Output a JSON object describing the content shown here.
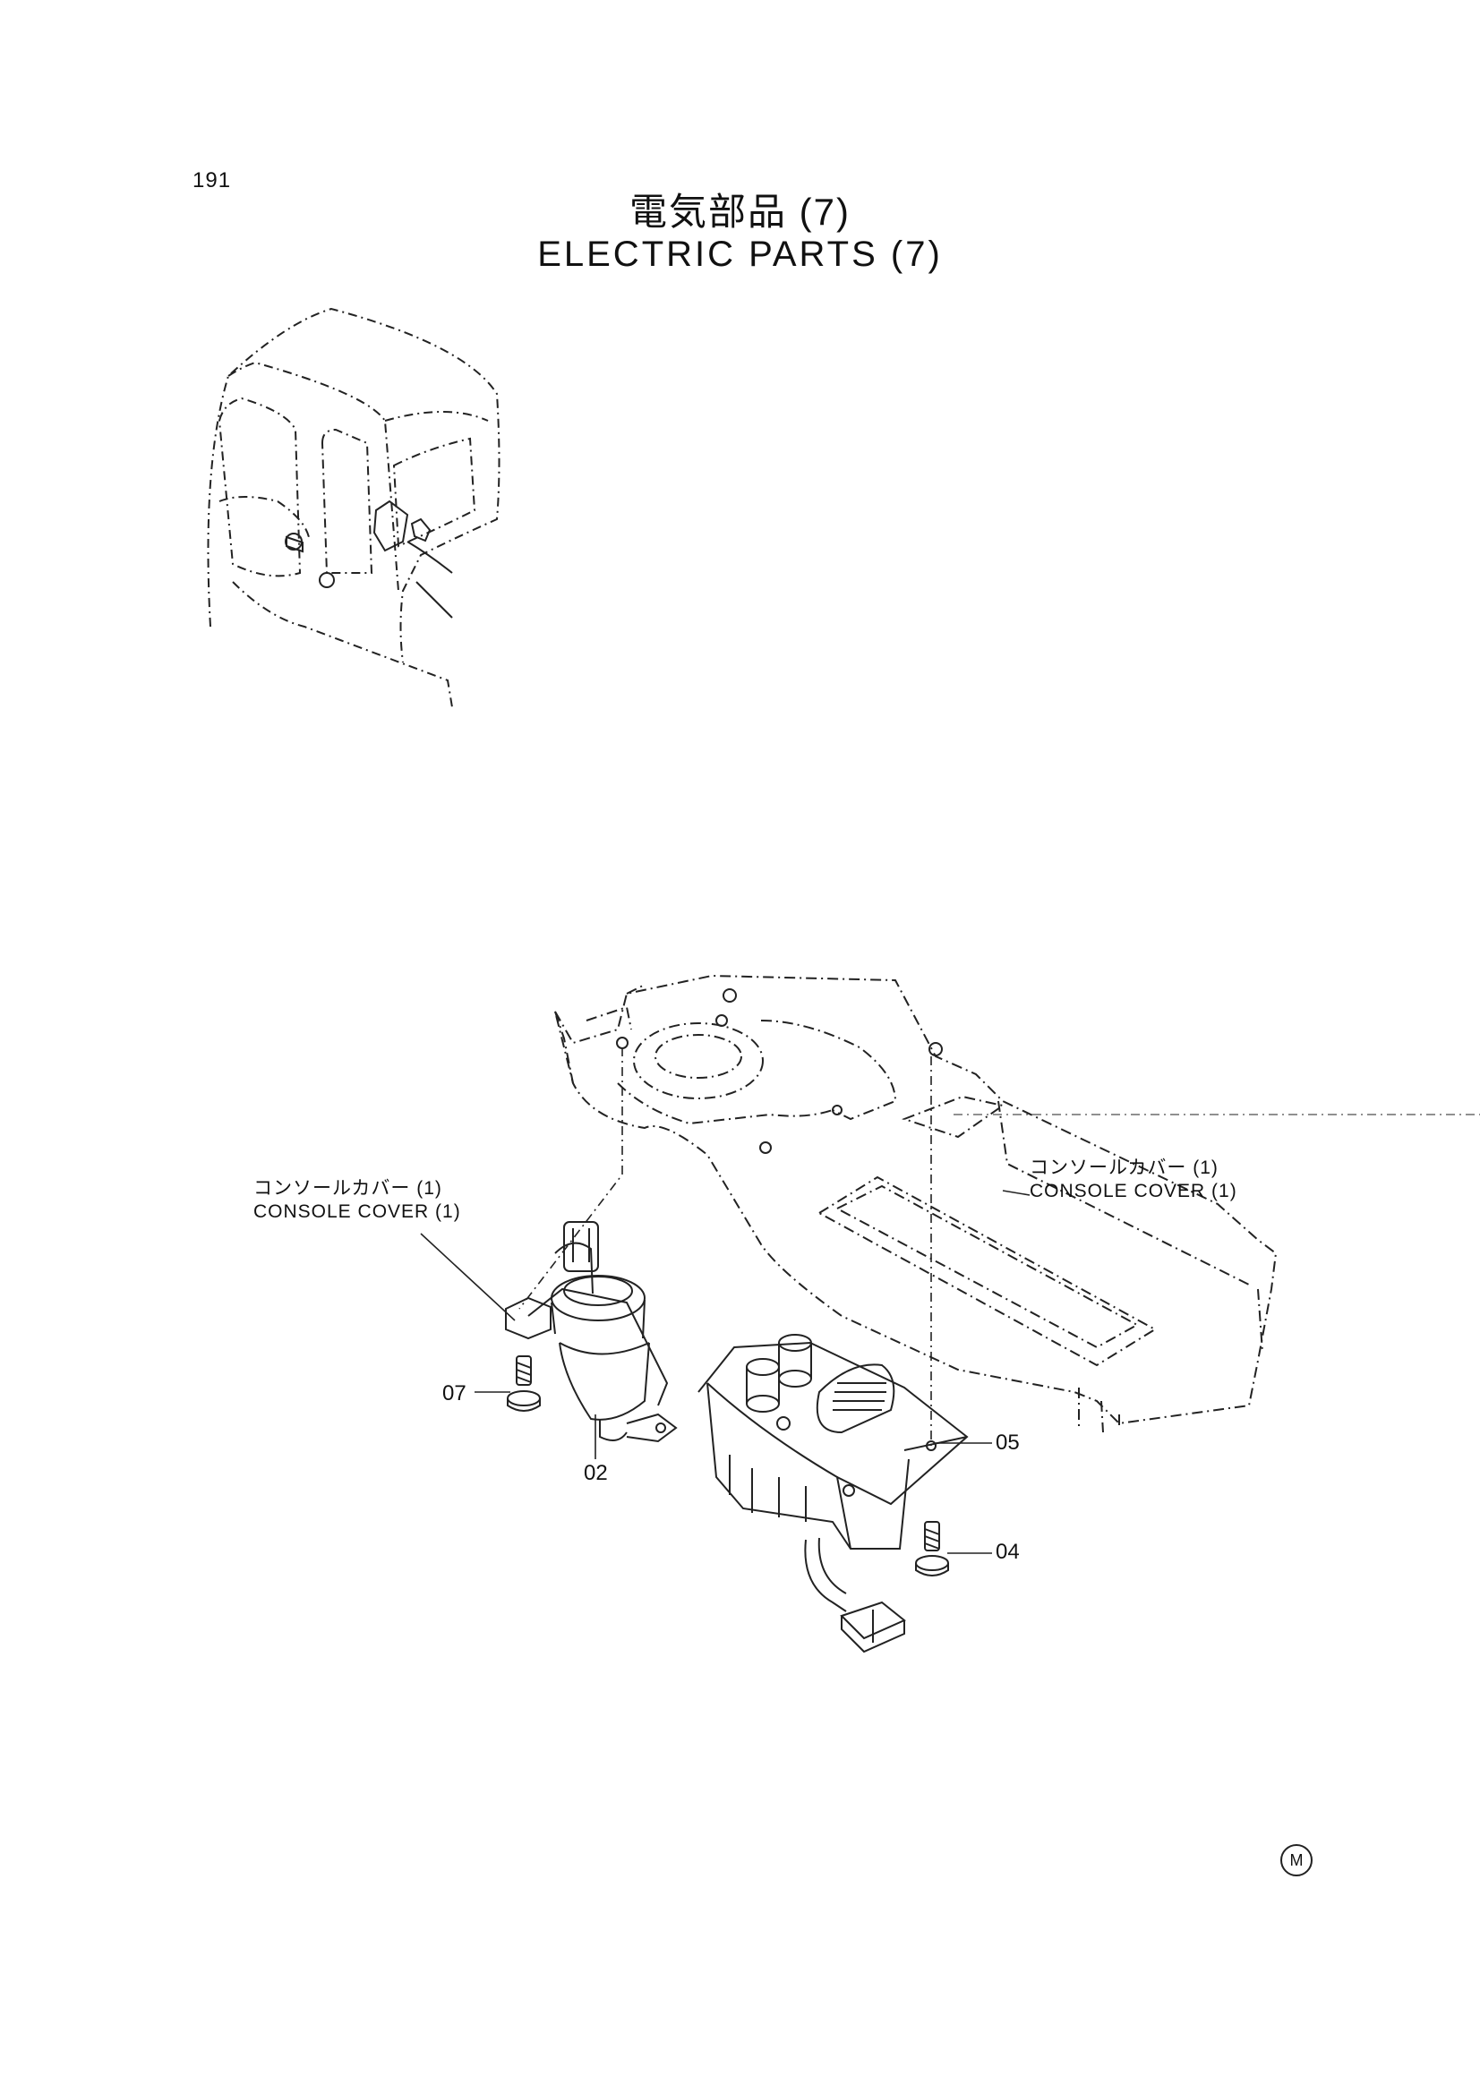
{
  "page": {
    "page_number": "191",
    "title_jp": "電気部品 (7)",
    "title_en": "ELECTRIC PARTS (7)",
    "corner_mark": "M"
  },
  "labels": {
    "left": {
      "jp": "コンソールカバー (1)",
      "en": "CONSOLE COVER (1)"
    },
    "right": {
      "jp": "コンソールカバー (1)",
      "en": "CONSOLE COVER (1)"
    }
  },
  "part_numbers": [
    "07",
    "02",
    "05",
    "04"
  ]
}
